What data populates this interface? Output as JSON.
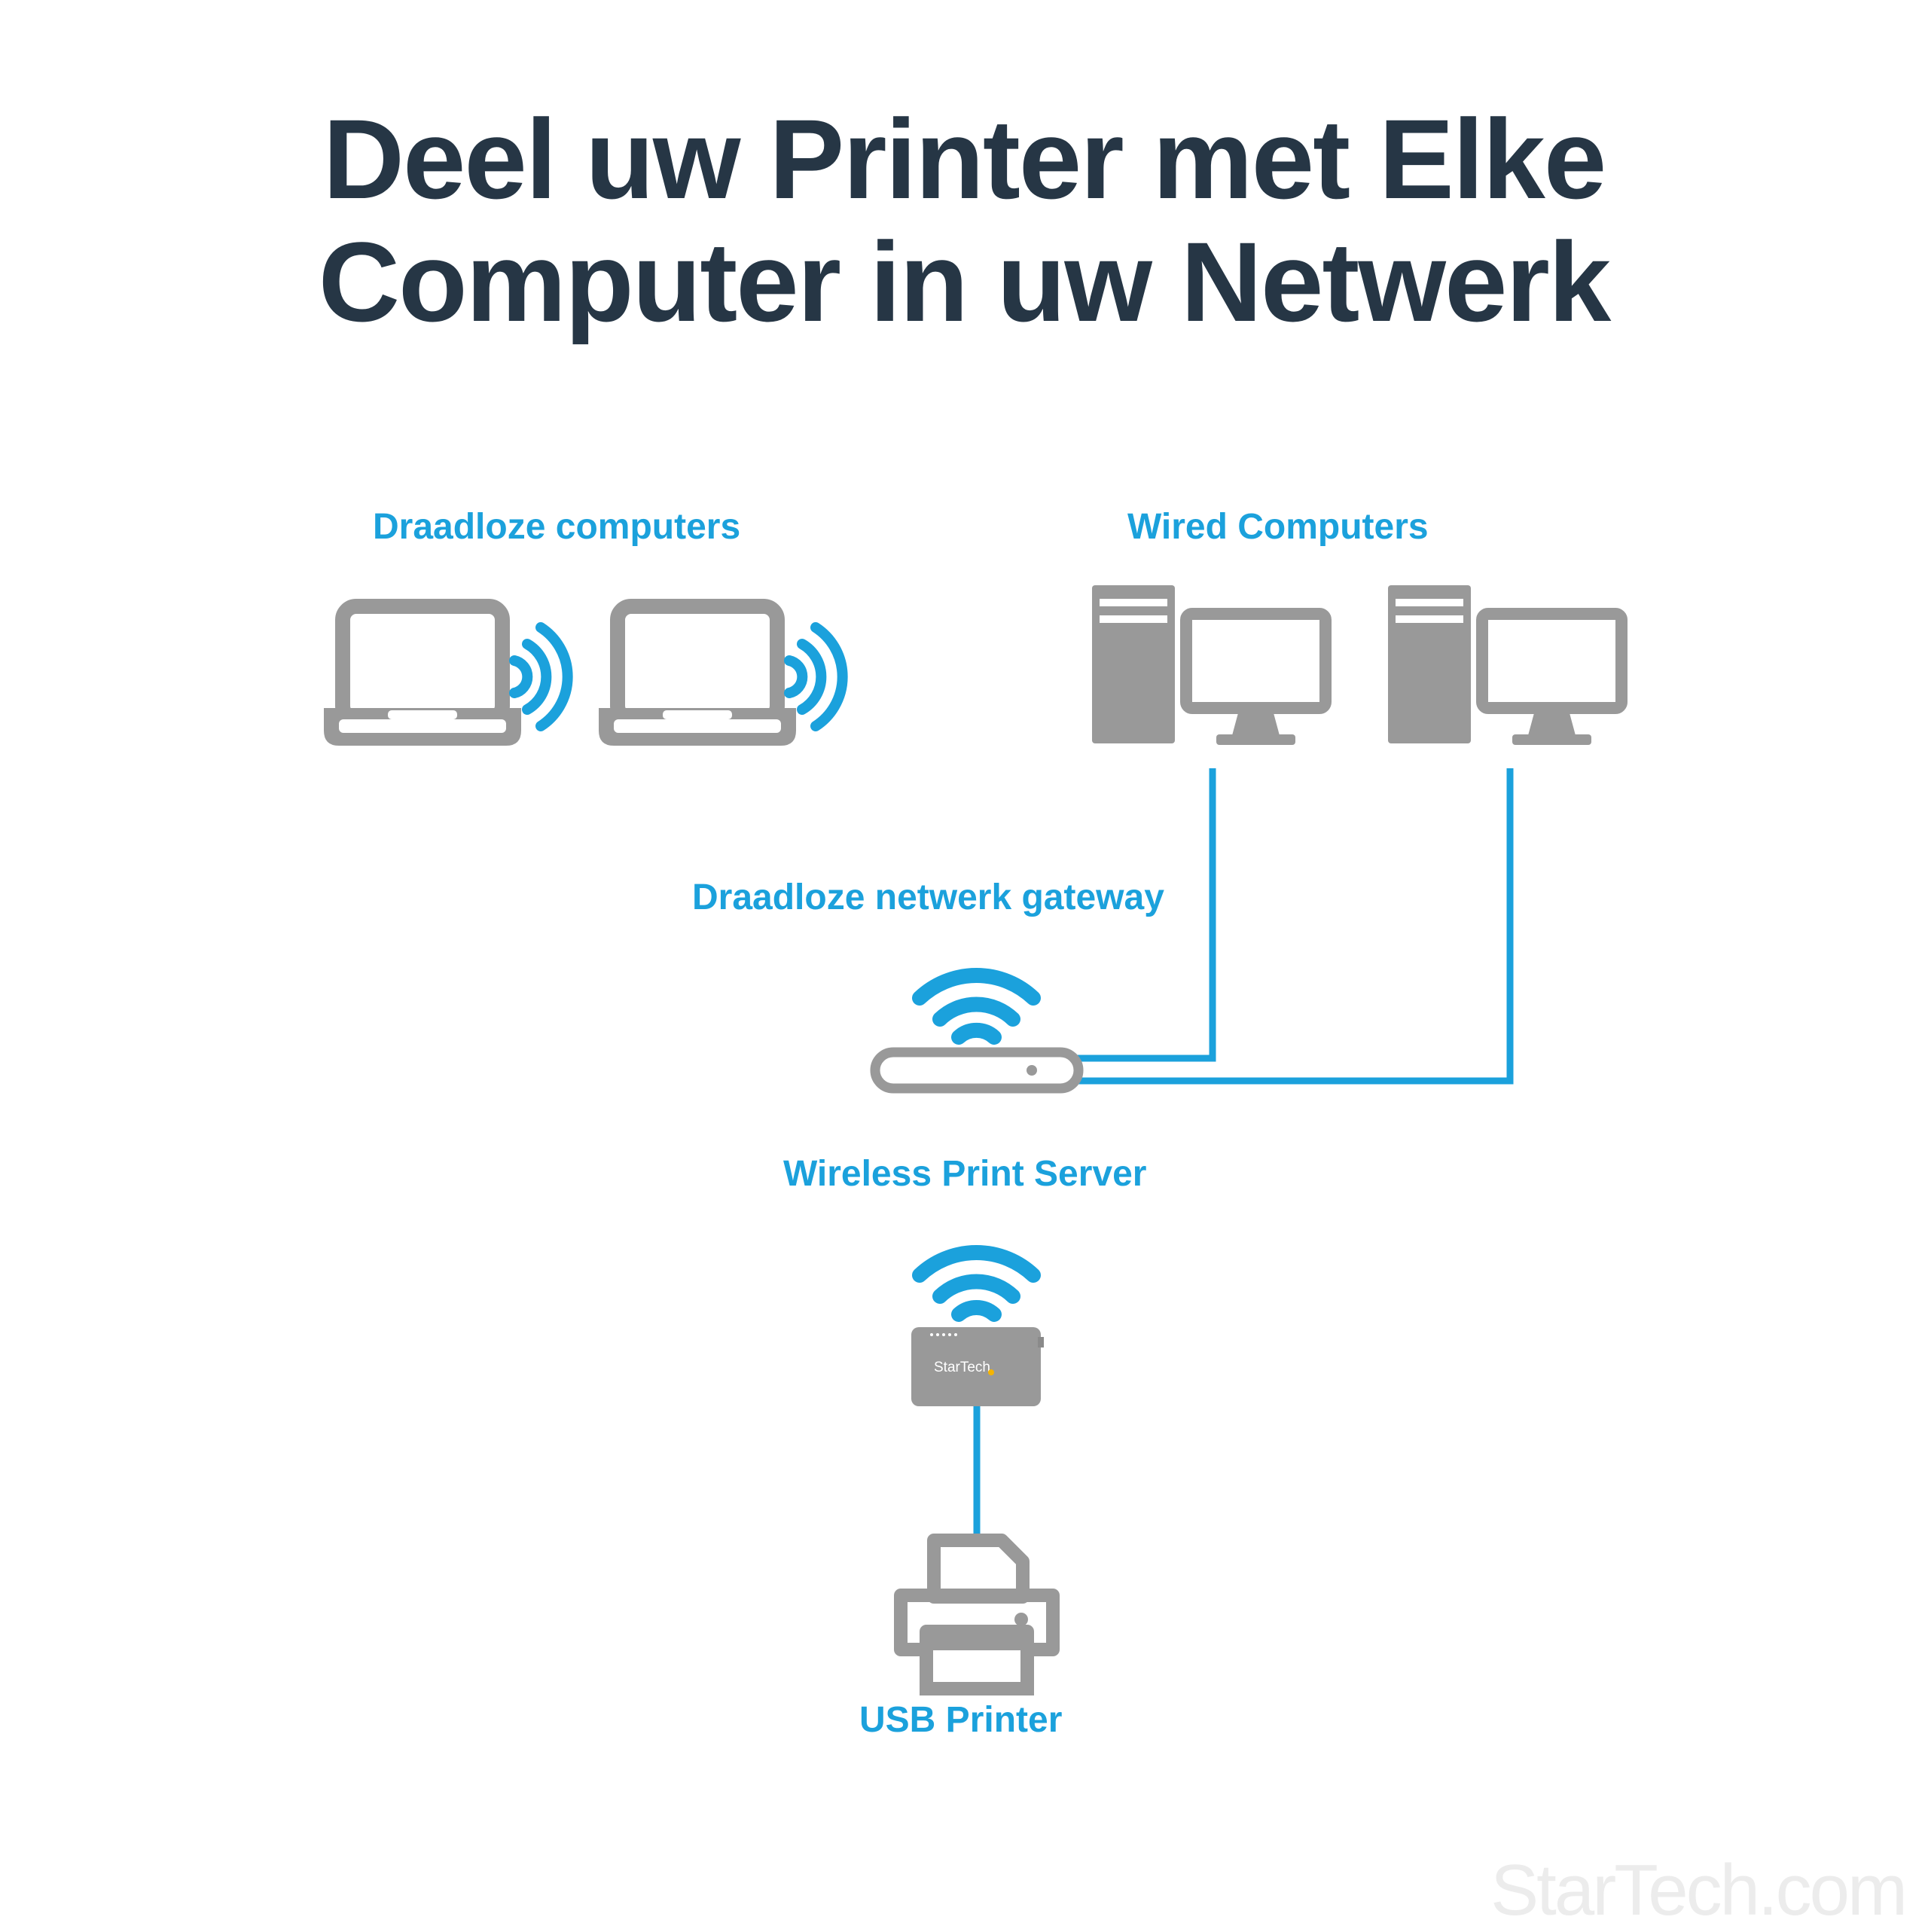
{
  "title": {
    "line1": "Deel uw Printer met Elke",
    "line2": "Computer in uw Netwerk"
  },
  "labels": {
    "wireless_computers": "Draadloze computers",
    "wired_computers": "Wired Computers",
    "gateway": "Draadloze netwerk gateway",
    "print_server": "Wireless Print Server",
    "usb_printer": "USB Printer"
  },
  "device": {
    "brand_text": "StarTech"
  },
  "watermark": "StarTech.com",
  "colors": {
    "accent_blue": "#1ba1dc",
    "icon_gray": "#999999",
    "title_dark": "#263645"
  },
  "icons": [
    "laptop-icon",
    "wifi-waves-icon",
    "desktop-tower-icon",
    "monitor-icon",
    "router-icon",
    "wifi-icon",
    "print-server-icon",
    "printer-icon"
  ]
}
